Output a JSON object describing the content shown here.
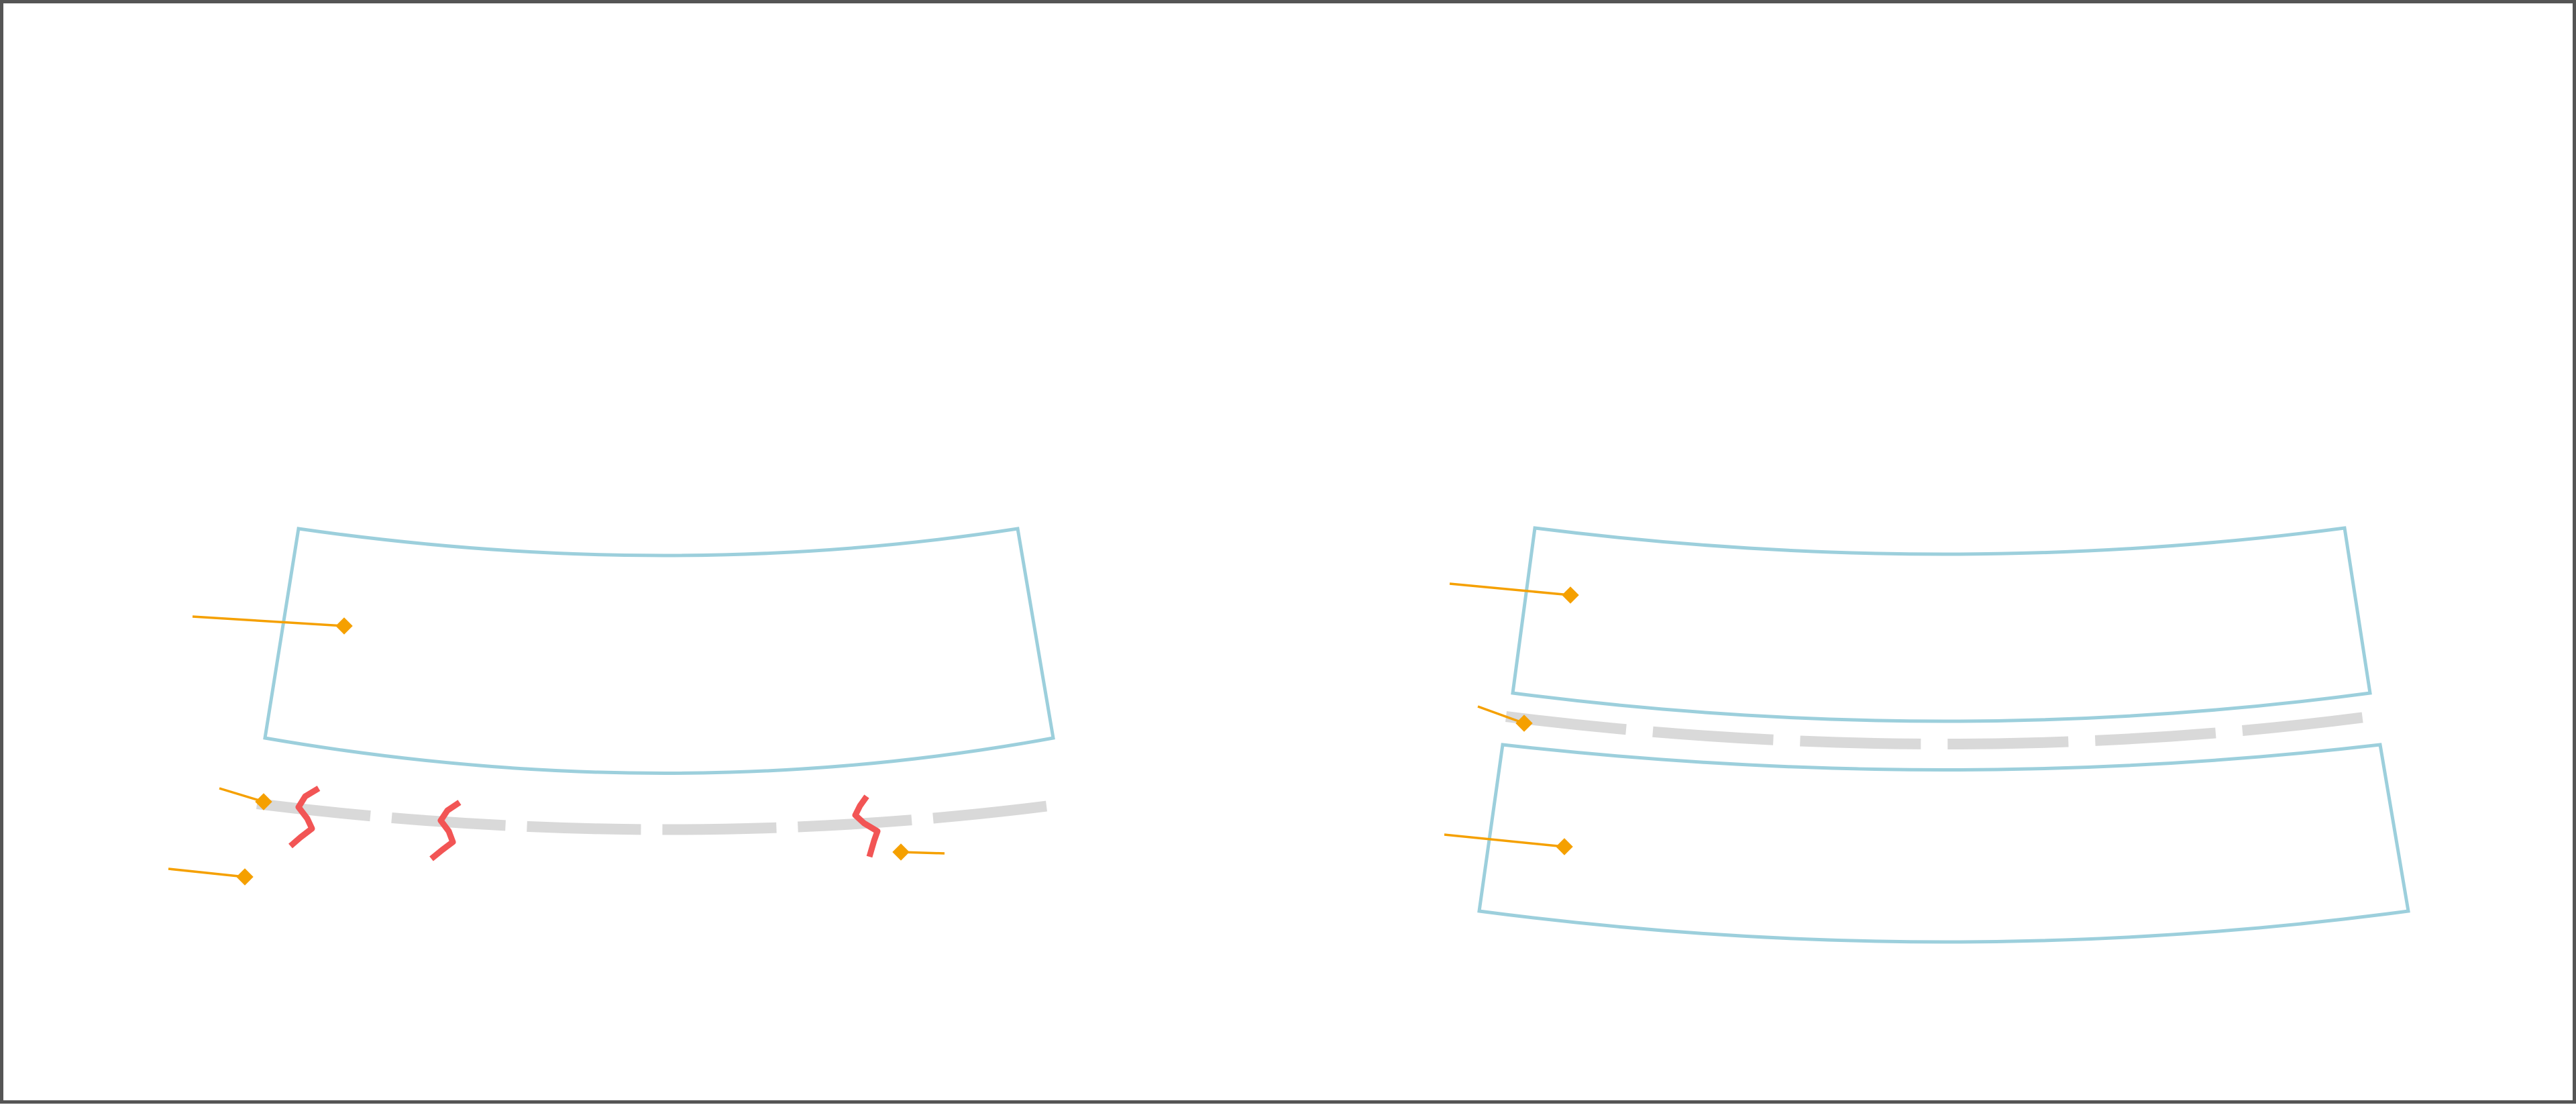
{
  "colors": {
    "frame_border": "#555555",
    "panel_outline": "#9ccfdc",
    "seam": "#d9d9d9",
    "leader": "#f5a000",
    "defect": "#f25555",
    "background": "#ffffff"
  },
  "icons": {
    "defect_marker": "wrinkle-icon",
    "callout_marker": "diamond-icon"
  },
  "scenes": [
    {
      "id": "left",
      "panels": 1,
      "seams": 1,
      "callouts": 4,
      "defects": 3
    },
    {
      "id": "right",
      "panels": 2,
      "seams": 1,
      "callouts": 3,
      "defects": 0
    }
  ]
}
